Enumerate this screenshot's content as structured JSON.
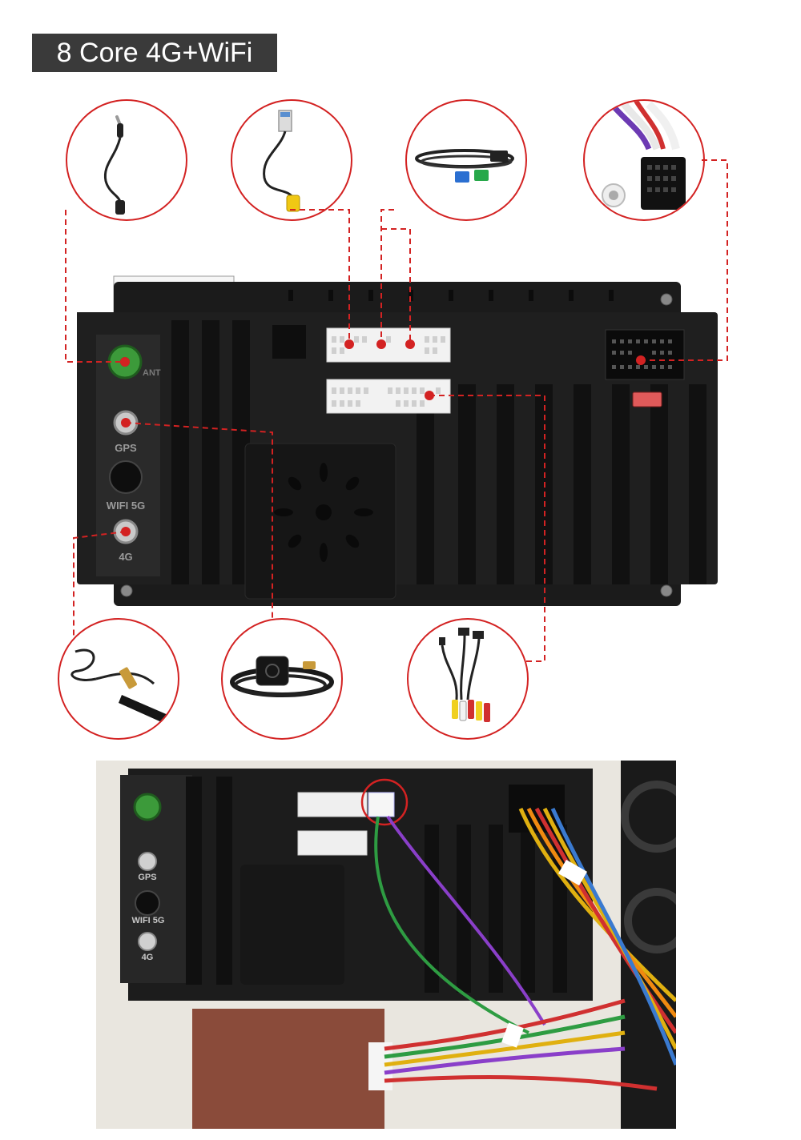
{
  "title": "8 Core 4G+WiFi",
  "panel_labels": {
    "gps": "GPS",
    "wifi": "WIFI 5G",
    "lte": "4G",
    "ant": "ANT"
  },
  "colors": {
    "accent_red": "#d32222",
    "badge_bg": "#3a3a3a",
    "unit_black": "#1d1d1d",
    "antenna_green": "#3c9a3a"
  },
  "accessories": [
    {
      "id": "fm-antenna-adapter",
      "icon": "fm-radio-adapter-cable-icon"
    },
    {
      "id": "reverse-camera-cable",
      "icon": "rca-camera-cable-icon"
    },
    {
      "id": "usb-extension-cables",
      "icon": "usb-cable-icon"
    },
    {
      "id": "power-harness",
      "icon": "iso-wiring-harness-icon"
    },
    {
      "id": "4g-antenna",
      "icon": "4g-antenna-icon"
    },
    {
      "id": "gps-antenna",
      "icon": "gps-antenna-icon"
    },
    {
      "id": "rca-av-cable",
      "icon": "rca-av-cable-icon"
    }
  ]
}
